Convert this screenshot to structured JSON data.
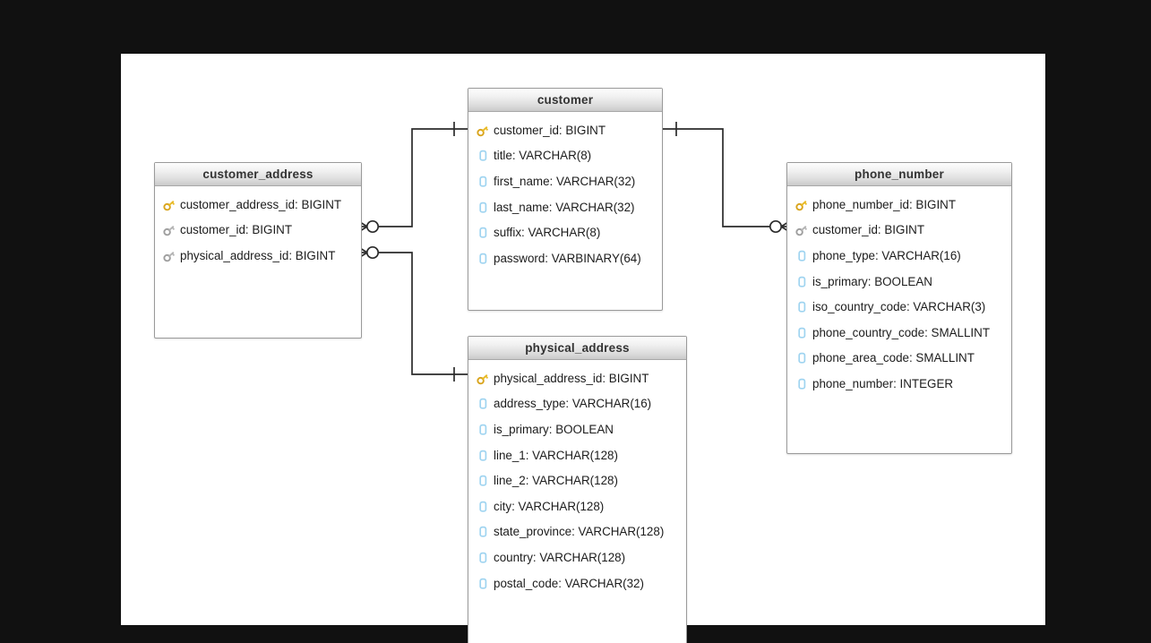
{
  "canvas": {
    "background": "#ffffff",
    "page_background": "#111111"
  },
  "diagram": {
    "type": "entity-relationship-diagram",
    "notation": "crows-foot",
    "colors": {
      "primary_key_icon": "#e8b923",
      "foreign_key_icon": "#9e9e9e",
      "column_icon": "#9fd4f0",
      "table_border": "#9a9a9a",
      "header_text": "#333333",
      "body_text": "#1c1c1c",
      "connector": "#2b2b2b"
    },
    "tables": [
      {
        "name": "customer_address",
        "columns": [
          {
            "icon": "primary-key-icon",
            "label": "customer_address_id: BIGINT"
          },
          {
            "icon": "foreign-key-icon",
            "label": "customer_id: BIGINT"
          },
          {
            "icon": "foreign-key-icon",
            "label": "physical_address_id: BIGINT"
          }
        ]
      },
      {
        "name": "customer",
        "columns": [
          {
            "icon": "primary-key-icon",
            "label": "customer_id: BIGINT"
          },
          {
            "icon": "column-icon",
            "label": "title: VARCHAR(8)"
          },
          {
            "icon": "column-icon",
            "label": "first_name: VARCHAR(32)"
          },
          {
            "icon": "column-icon",
            "label": "last_name: VARCHAR(32)"
          },
          {
            "icon": "column-icon",
            "label": "suffix: VARCHAR(8)"
          },
          {
            "icon": "column-icon",
            "label": "password: VARBINARY(64)"
          }
        ]
      },
      {
        "name": "phone_number",
        "columns": [
          {
            "icon": "primary-key-icon",
            "label": "phone_number_id: BIGINT"
          },
          {
            "icon": "foreign-key-icon",
            "label": "customer_id: BIGINT"
          },
          {
            "icon": "column-icon",
            "label": "phone_type: VARCHAR(16)"
          },
          {
            "icon": "column-icon",
            "label": "is_primary: BOOLEAN"
          },
          {
            "icon": "column-icon",
            "label": "iso_country_code: VARCHAR(3)"
          },
          {
            "icon": "column-icon",
            "label": "phone_country_code: SMALLINT"
          },
          {
            "icon": "column-icon",
            "label": "phone_area_code: SMALLINT"
          },
          {
            "icon": "column-icon",
            "label": "phone_number: INTEGER"
          }
        ]
      },
      {
        "name": "physical_address",
        "columns": [
          {
            "icon": "primary-key-icon",
            "label": "physical_address_id: BIGINT"
          },
          {
            "icon": "column-icon",
            "label": "address_type: VARCHAR(16)"
          },
          {
            "icon": "column-icon",
            "label": "is_primary: BOOLEAN"
          },
          {
            "icon": "column-icon",
            "label": "line_1: VARCHAR(128)"
          },
          {
            "icon": "column-icon",
            "label": "line_2: VARCHAR(128)"
          },
          {
            "icon": "column-icon",
            "label": "city: VARCHAR(128)"
          },
          {
            "icon": "column-icon",
            "label": "state_province: VARCHAR(128)"
          },
          {
            "icon": "column-icon",
            "label": "country: VARCHAR(128)"
          },
          {
            "icon": "column-icon",
            "label": "postal_code: VARCHAR(32)"
          }
        ]
      }
    ],
    "relationships": [
      {
        "from_table": "customer",
        "from_column": "customer_id",
        "from_cardinality": "exactly-one",
        "to_table": "customer_address",
        "to_column": "customer_id",
        "to_cardinality": "zero-or-many"
      },
      {
        "from_table": "physical_address",
        "from_column": "physical_address_id",
        "from_cardinality": "exactly-one",
        "to_table": "customer_address",
        "to_column": "physical_address_id",
        "to_cardinality": "zero-or-many"
      },
      {
        "from_table": "customer",
        "from_column": "customer_id",
        "from_cardinality": "exactly-one",
        "to_table": "phone_number",
        "to_column": "customer_id",
        "to_cardinality": "zero-or-many"
      }
    ]
  }
}
